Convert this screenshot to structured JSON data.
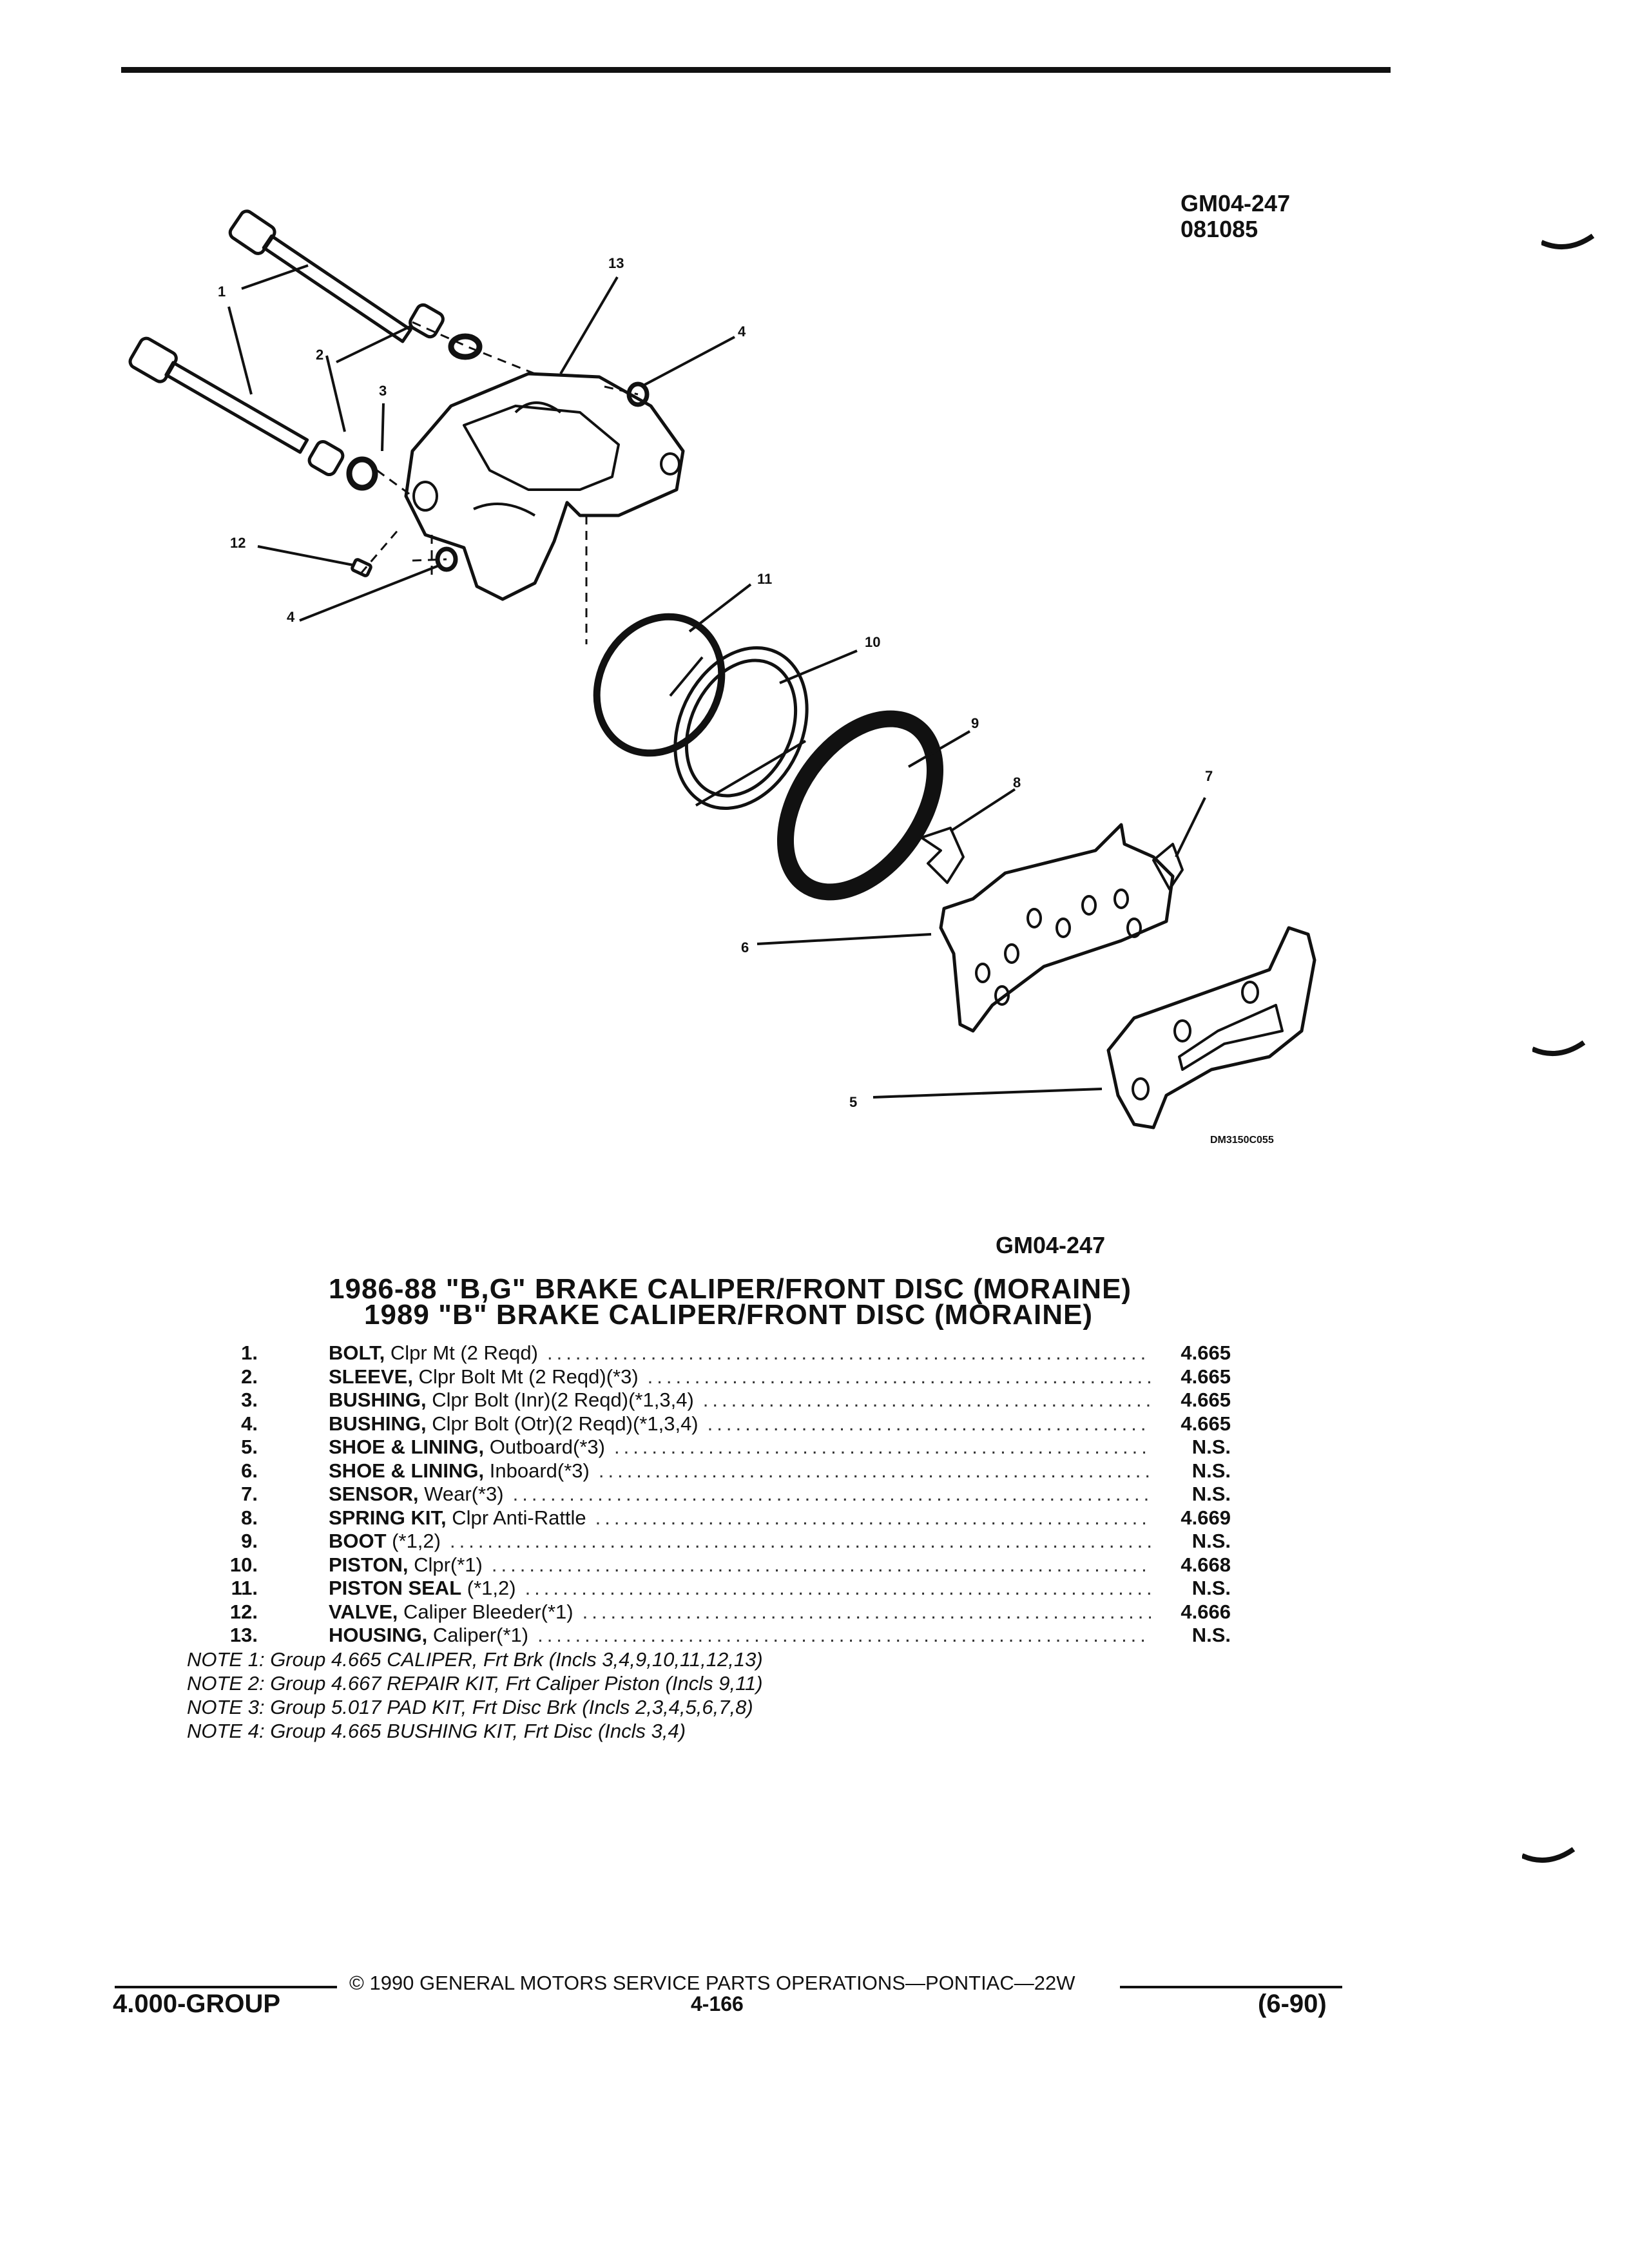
{
  "figure": {
    "code_line1": "GM04-247",
    "code_line2": "081085",
    "illustration_id": "DM3150C055",
    "caption_code": "GM04-247",
    "callouts": [
      "1",
      "1",
      "2",
      "3",
      "4",
      "4",
      "5",
      "6",
      "7",
      "8",
      "9",
      "10",
      "11",
      "12",
      "13"
    ]
  },
  "title": {
    "line1": "1986-88 \"B,G\" BRAKE CALIPER/FRONT DISC (MORAINE)",
    "line2": "1989 \"B\" BRAKE CALIPER/FRONT DISC (MORAINE)"
  },
  "parts": [
    {
      "num": "1.",
      "name": "BOLT,",
      "desc": " Clpr Mt (2 Reqd)",
      "group": "4.665"
    },
    {
      "num": "2.",
      "name": "SLEEVE,",
      "desc": " Clpr Bolt Mt (2 Reqd)(*3)",
      "group": "4.665"
    },
    {
      "num": "3.",
      "name": "BUSHING,",
      "desc": " Clpr Bolt (Inr)(2 Reqd)(*1,3,4)",
      "group": "4.665"
    },
    {
      "num": "4.",
      "name": "BUSHING,",
      "desc": " Clpr Bolt (Otr)(2 Reqd)(*1,3,4)",
      "group": "4.665"
    },
    {
      "num": "5.",
      "name": "SHOE & LINING,",
      "desc": " Outboard(*3)",
      "group": "N.S."
    },
    {
      "num": "6.",
      "name": "SHOE & LINING,",
      "desc": " Inboard(*3)",
      "group": "N.S."
    },
    {
      "num": "7.",
      "name": "SENSOR,",
      "desc": " Wear(*3)",
      "group": "N.S."
    },
    {
      "num": "8.",
      "name": "SPRING KIT,",
      "desc": " Clpr Anti-Rattle",
      "group": "4.669"
    },
    {
      "num": "9.",
      "name": "BOOT",
      "desc": " (*1,2)",
      "group": "N.S."
    },
    {
      "num": "10.",
      "name": "PISTON,",
      "desc": " Clpr(*1)",
      "group": "4.668"
    },
    {
      "num": "11.",
      "name": "PISTON SEAL",
      "desc": " (*1,2)",
      "group": "N.S."
    },
    {
      "num": "12.",
      "name": "VALVE,",
      "desc": " Caliper Bleeder(*1)",
      "group": "4.666"
    },
    {
      "num": "13.",
      "name": "HOUSING,",
      "desc": " Caliper(*1)",
      "group": "N.S."
    }
  ],
  "notes": [
    "NOTE 1: Group 4.665 CALIPER, Frt Brk (Incls 3,4,9,10,11,12,13)",
    "NOTE 2: Group 4.667 REPAIR KIT, Frt Caliper Piston (Incls 9,11)",
    "NOTE 3: Group 5.017 PAD KIT, Frt Disc Brk (Incls 2,3,4,5,6,7,8)",
    "NOTE 4: Group 4.665 BUSHING KIT, Frt Disc (Incls 3,4)"
  ],
  "footer": {
    "copyright": "© 1990 GENERAL MOTORS SERVICE PARTS OPERATIONS—PONTIAC—22W",
    "group": "4.000-GROUP",
    "page": "4-166",
    "date": "(6-90)"
  }
}
